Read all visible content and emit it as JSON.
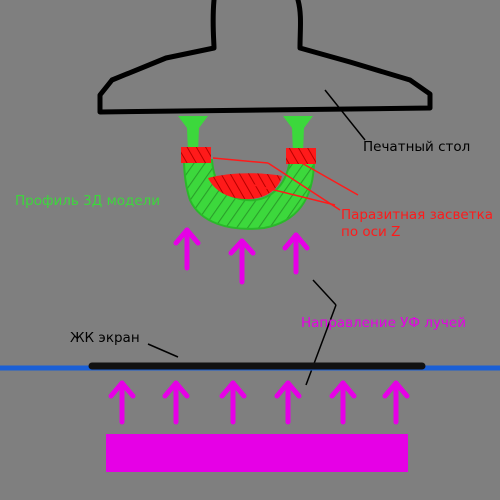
{
  "labels": {
    "print_table": "Печатный стол",
    "model_profile": "Профиль 3Д модели",
    "parasitic_line1": "Паразитная засветка",
    "parasitic_line2": "по оси Z",
    "uv_direction": "Направление УФ лучей",
    "lcd_screen": "ЖК экран"
  },
  "colors": {
    "background": "#7f7f7f",
    "outline": "#000000",
    "model": "#3cd83c",
    "parasitic": "#ff1a1a",
    "uv": "#e600e6",
    "lcd_line": "#1a5fd6"
  }
}
